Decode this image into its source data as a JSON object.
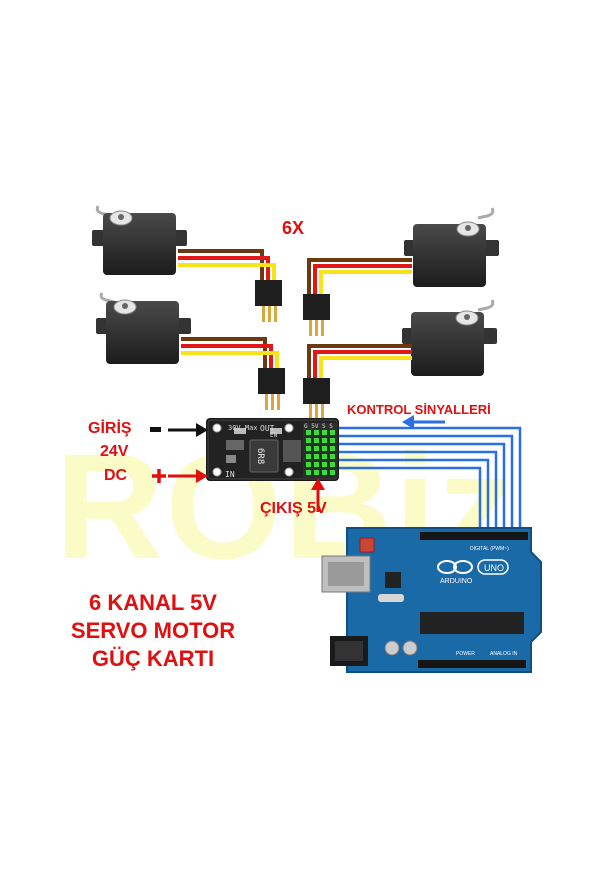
{
  "watermark": "ROBiz",
  "servo_count": "6X",
  "input": {
    "line1": "GİRİŞ",
    "line2": "24V",
    "line3": "DC",
    "minus": "-",
    "plus": "+"
  },
  "output_label": "ÇIKIŞ 5V",
  "control_label": "KONTROL SİNYALLERİ",
  "title": {
    "line1": "6 KANAL 5V",
    "line2": "SERVO MOTOR",
    "line3": "GÜÇ KARTI"
  },
  "board": {
    "max_label": "30V Max",
    "out_label": "OUT",
    "in_label": "IN",
    "en_label": "EN",
    "inductor_label": "6R8",
    "header_label": "G 5V S S"
  },
  "arduino": {
    "name": "ARDUINO",
    "model": "UNO",
    "digital_label": "DIGITAL (PWM~)",
    "power_label": "POWER",
    "analog_label": "ANALOG IN"
  },
  "colors": {
    "title_red": "#e01010",
    "signal_blue": "#2a6ee8",
    "servo_body": "#2b2b2b",
    "wire_brown": "#6b3a10",
    "wire_red": "#e01818",
    "wire_yellow": "#f7e21c",
    "arduino_blue": "#1b6aa8",
    "watermark": "#fbfbc8"
  }
}
